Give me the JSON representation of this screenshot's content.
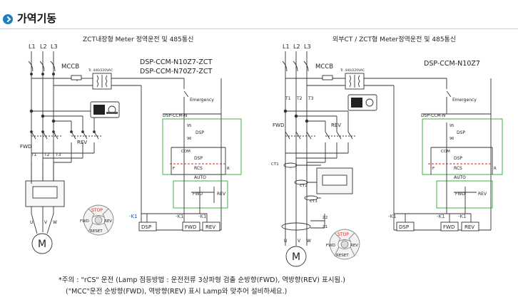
{
  "header": {
    "title": "가역기동"
  },
  "left": {
    "title": "ZCT내장형 Meter 정역운전 및 485통신",
    "model1": "DSP-CCM-N10Z7-ZCT",
    "model2": "DSP-CCM-N70Z7-ZCT",
    "phases": [
      "L1",
      "L2",
      "L3"
    ],
    "mccb": "MCCB",
    "trans": "Tr. 440/220VAC",
    "emergency": "Emergency",
    "dsp_ccm": "DSP-CCM-N",
    "fwd": "FWD",
    "rev": "REV",
    "t_labels": [
      "T1",
      "T2",
      "T3"
    ],
    "motor": "M",
    "uvw": [
      "U",
      "V",
      "W"
    ],
    "ladder": {
      "n95": "95",
      "n96": "96",
      "dsp": "DSP",
      "com": "COM",
      "rcs": "RCS",
      "auto": "AUTO",
      "f": "F",
      "r": "R",
      "fwd": "FWD",
      "rev": "REV"
    },
    "bottom": {
      "k1_left": "-K1",
      "k1_mid": "-K1",
      "k1_right": "-K1",
      "dsp": "DSP",
      "fwd": "FWD",
      "rev": "REV"
    },
    "keypad": {
      "stop": "STOP",
      "fwd": "FWD",
      "rev": "REV",
      "reset": "RESET"
    }
  },
  "right": {
    "title": "외부CT / ZCT형 Meter정역운전 및 485통신",
    "model1": "DSP-CCM-N10Z7",
    "phases": [
      "L1",
      "L2",
      "L3"
    ],
    "mccb": "MCCB",
    "trans": "Tr. 440/220VAC",
    "emergency": "Emergency",
    "dsp_ccm": "DSP-CCM-N",
    "fwd": "FWD",
    "rev": "REV",
    "t_labels": [
      "T1",
      "T2",
      "T3"
    ],
    "ct_labels": [
      "CT1",
      "CT2",
      "CT3"
    ],
    "z_labels": [
      "Z2",
      "Z1"
    ],
    "motor": "M",
    "uvw": [
      "U",
      "V",
      "W"
    ],
    "ladder": {
      "n95": "95",
      "n96": "96",
      "dsp": "DSP",
      "com": "COM",
      "rcs": "RCS",
      "auto": "AUTO",
      "f": "F",
      "r": "R",
      "fwd": "FWD",
      "rev": "REV"
    },
    "bottom": {
      "k1_left": "-K1",
      "k1_mid": "-K1",
      "k1_right": "-K1",
      "dsp": "DSP",
      "fwd": "FWD",
      "rev": "REV"
    },
    "keypad": {
      "stop": "STOP",
      "fwd": "FWD",
      "rev": "REV",
      "reset": "RESET"
    }
  },
  "notes": {
    "line1": "*주의 : \"rCS\" 운전 (Lamp 점등방법 : 운전전류 3상파형 검출 순방향(FWD), 역방향(REV) 표시됨.)",
    "line2": "(\"MCC\"운전 순방향(FWD), 역방향(REV) 표시 Lamp와 맞추어 설비하세요.)"
  }
}
